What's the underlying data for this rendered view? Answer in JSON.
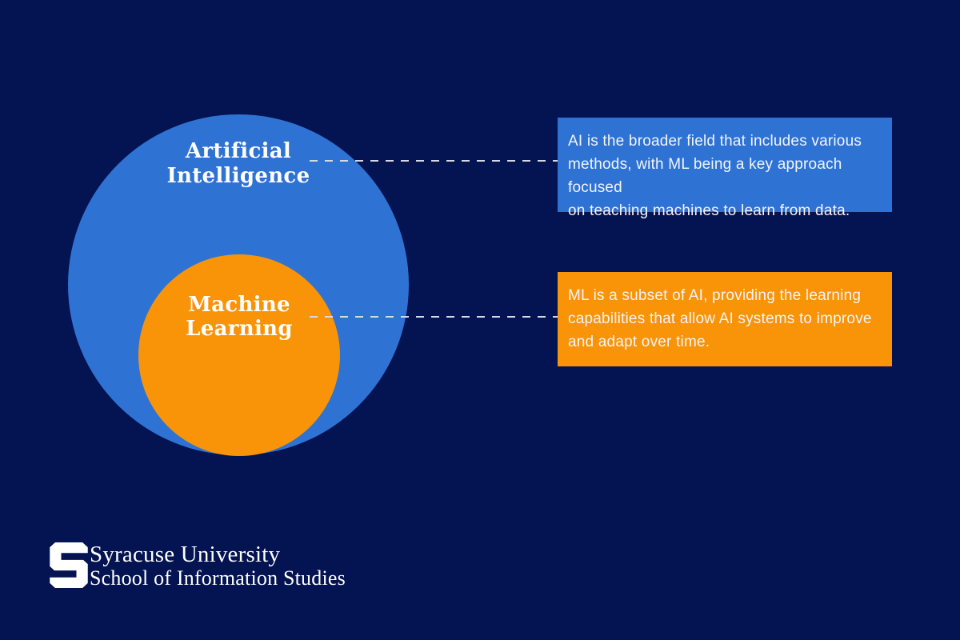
{
  "canvas": {
    "background_color": "#041351",
    "accent_blue": "#2E73D4",
    "accent_orange": "#F99408",
    "dash_color": "#D4D9E3",
    "text_color": "#FFFFFF"
  },
  "diagram": {
    "type": "nested-venn",
    "outer_circle": {
      "label": "Artificial\nIntelligence",
      "color": "#2E73D4"
    },
    "inner_circle": {
      "label": "Machine\nLearning",
      "color": "#F99408",
      "relationship": "subset-of-outer"
    },
    "callouts": [
      {
        "id": "ai",
        "color": "#2E73D4",
        "text": "AI is the broader field that includes various\nmethods, with ML being a key approach focused\non teaching machines to learn from data."
      },
      {
        "id": "ml",
        "color": "#F99408",
        "text": "ML is a subset of AI, providing the learning\ncapabilities that allow AI systems to improve\nand adapt over time."
      }
    ]
  },
  "footer": {
    "org_name": "Syracuse University",
    "org_unit": "School of Information Studies",
    "logo": "block-s"
  }
}
